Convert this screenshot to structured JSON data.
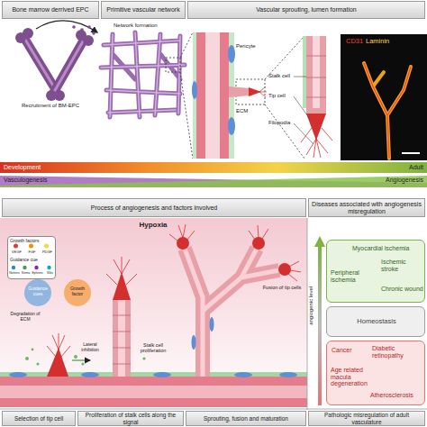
{
  "diagram": {
    "nodes": [
      {
        "text": [
          "Bone marrow derrived EPC"
        ]
      },
      {
        "text": [
          "Primitive vascular network"
        ]
      },
      {
        "text": [
          "Vascular sprouting, lumen formation"
        ]
      },
      {
        "text": [
          "Process of angiogenesis and factors involved"
        ]
      },
      {
        "text": [
          "Diseases associated with angiogenesis misregulation"
        ]
      },
      {
        "text": [
          "Growth factors",
          "VEGF",
          "FGF",
          "PDGF",
          "Guidance cue",
          "Netrins",
          "Sema",
          "Ephrins",
          "Slits"
        ]
      },
      {
        "text": [
          "Myocardial ischemia",
          "Ischemic stroke",
          "Peripheral ischemia",
          "Chronic wound"
        ]
      },
      {
        "text": [
          "Homeostasis"
        ]
      },
      {
        "text": [
          "Cancer",
          "Diabetic retinopathy",
          "Age related macula degeneration",
          "Atherosclerosis"
        ]
      },
      {
        "text": [
          "Selection of tip cell"
        ]
      },
      {
        "text": [
          "Proliferation of stalk cells along the signal"
        ]
      },
      {
        "text": [
          "Sprouting, fusion and maturation"
        ]
      },
      {
        "text": [
          "Pathologic misregulation of adult vasculature"
        ]
      }
    ],
    "labels": [
      "Recruitment of BM-EPC",
      "Network formation",
      "Pericyte",
      "ECM",
      "Stalk cell",
      "Tip cell",
      "Filopodia",
      "CD31",
      "Laminin",
      "Development",
      "Adult",
      "Vasculogenesis",
      "Angiogenesis",
      "Hypoxia",
      "Guidance cues",
      "Growth factor",
      "Lateral inhibition",
      "Degradation of ECM",
      "Stalk cell proliferation",
      "Fusion of tip cells",
      "angiogenic level"
    ]
  }
}
